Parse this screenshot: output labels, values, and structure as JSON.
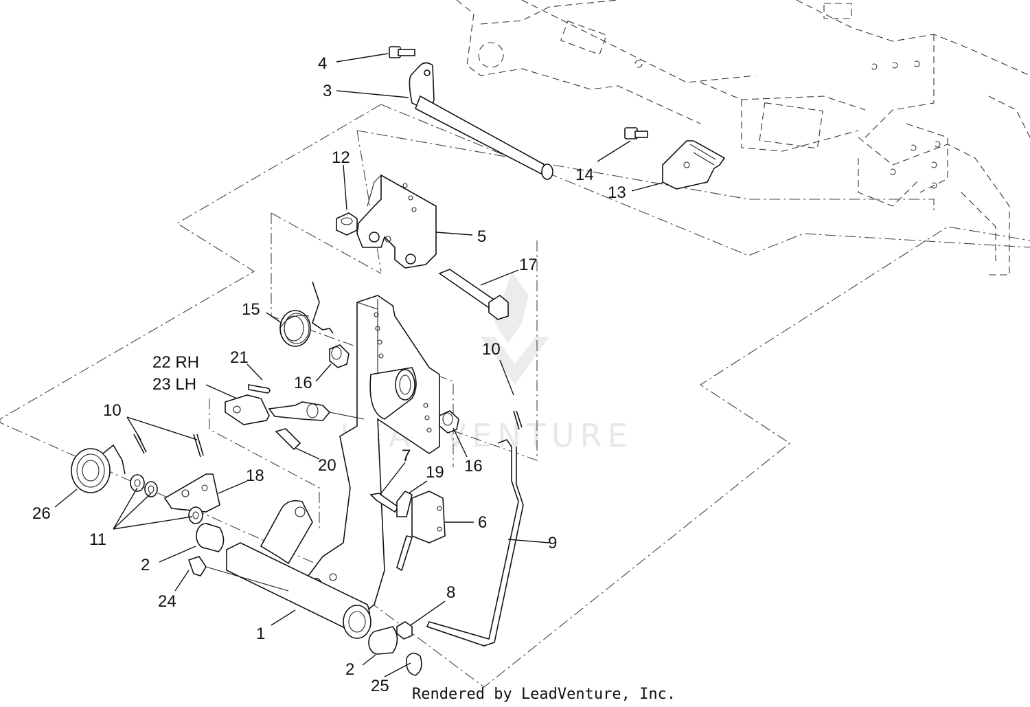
{
  "callouts": {
    "c1": "1",
    "c2a": "2",
    "c2b": "2",
    "c3": "3",
    "c4": "4",
    "c5": "5",
    "c6": "6",
    "c7": "7",
    "c8": "8",
    "c9": "9",
    "c10a": "10",
    "c10b": "10",
    "c11": "11",
    "c12": "12",
    "c13": "13",
    "c14": "14",
    "c15": "15",
    "c16a": "16",
    "c16b": "16",
    "c17": "17",
    "c18": "18",
    "c19": "19",
    "c20": "20",
    "c21": "21",
    "c22": "22 RH",
    "c23": "23 LH",
    "c24": "24",
    "c25": "25",
    "c26": "26"
  },
  "watermark": "LEADVENTURE",
  "credit": "Rendered by LeadVenture, Inc."
}
